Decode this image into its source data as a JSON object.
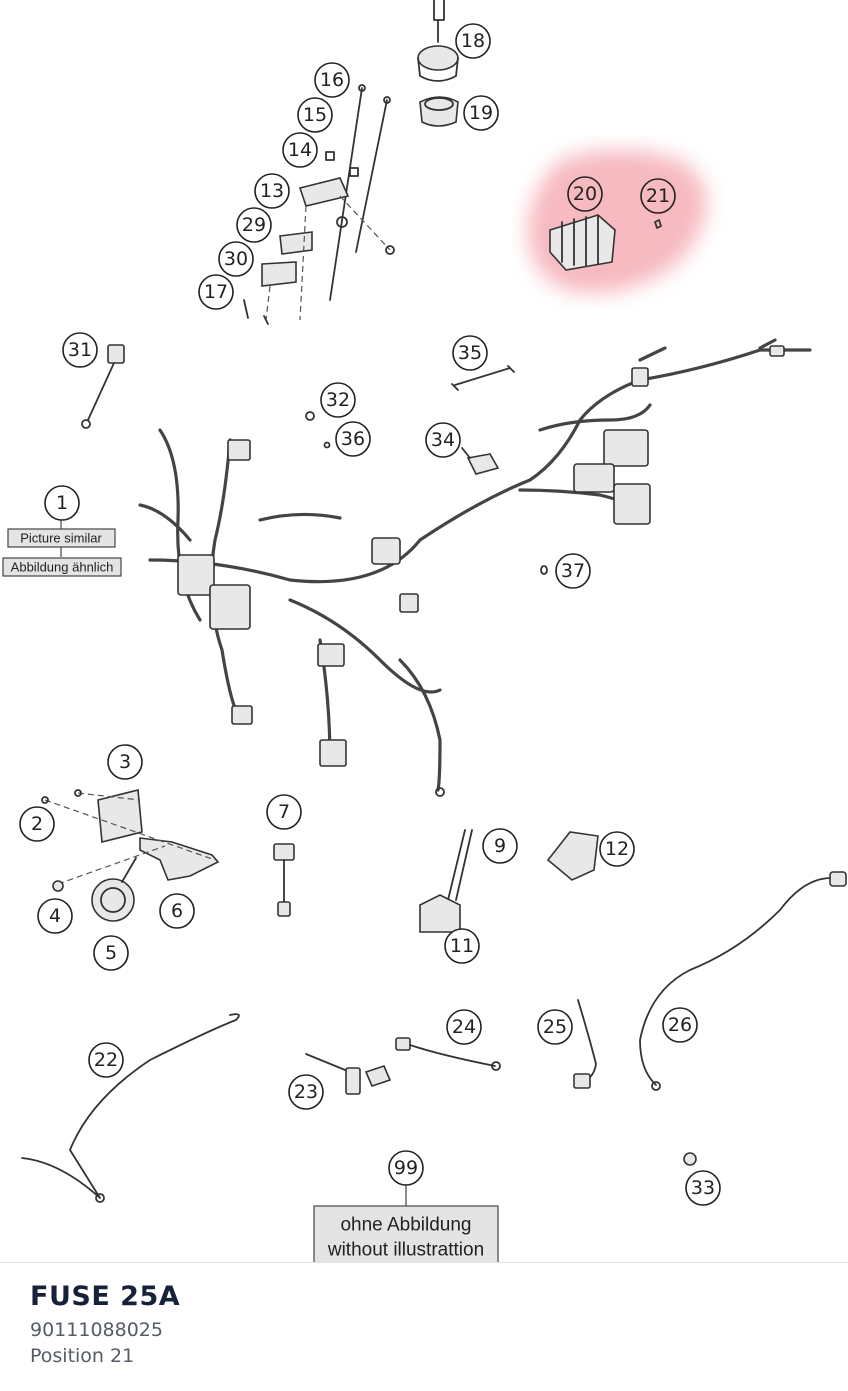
{
  "diagram": {
    "callouts": [
      "1",
      "2",
      "3",
      "4",
      "5",
      "6",
      "7",
      "9",
      "11",
      "12",
      "13",
      "14",
      "15",
      "16",
      "17",
      "18",
      "19",
      "20",
      "21",
      "22",
      "23",
      "24",
      "25",
      "26",
      "29",
      "30",
      "31",
      "32",
      "33",
      "34",
      "35",
      "36",
      "37",
      "99"
    ],
    "note_1_line1": "Picture similar",
    "note_1_line2": "Abbildung ähnlich",
    "note_99_line1": "ohne Abbildung",
    "note_99_line2": "without illustrattion",
    "highlight_color": "#f0a0a8"
  },
  "part": {
    "name": "FUSE 25A",
    "number": "90111088025",
    "position": "Position 21"
  }
}
